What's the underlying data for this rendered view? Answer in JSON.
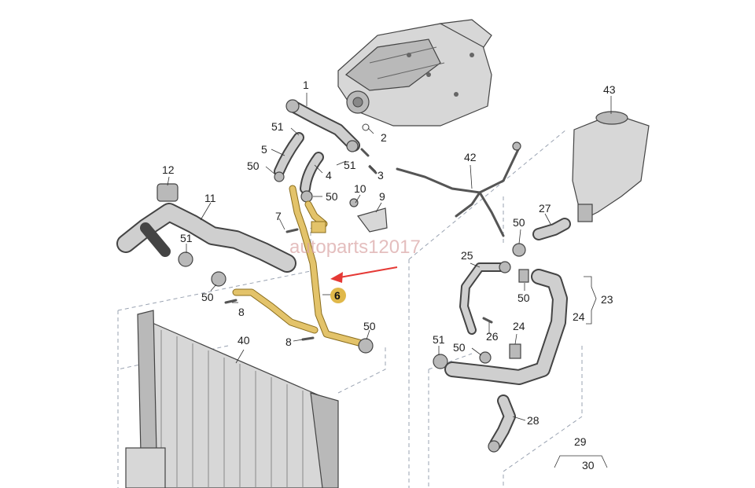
{
  "diagram": {
    "watermark": "autoparts12017",
    "highlight_color": "#e0b84a",
    "arrow_color": "#e53935",
    "callouts": {
      "c1": "1",
      "c2": "2",
      "c3": "3",
      "c4": "4",
      "c5": "5",
      "c6": "6",
      "c7": "7",
      "c8a": "8",
      "c8b": "8",
      "c9": "9",
      "c10": "10",
      "c11": "11",
      "c12": "12",
      "c23": "23",
      "c24": "24",
      "c25": "25",
      "c26": "26",
      "c27": "27",
      "c28": "28",
      "c29": "29",
      "c30": "30",
      "c40": "40",
      "c42": "42",
      "c43": "43",
      "c50a": "50",
      "c50b": "50",
      "c50c": "50",
      "c50d": "50",
      "c50e": "50",
      "c50f": "50",
      "c50g": "50",
      "c51a": "51",
      "c51b": "51",
      "c51c": "51",
      "c51d": "51"
    }
  }
}
